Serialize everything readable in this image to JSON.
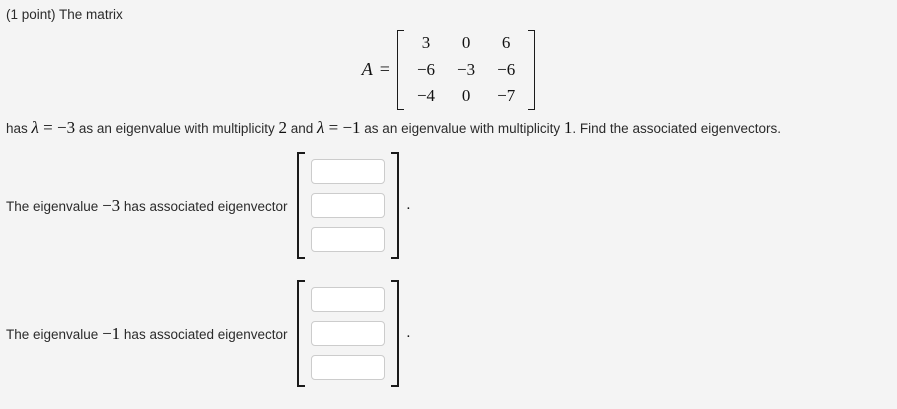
{
  "problem": {
    "points_label": "(1 point)",
    "intro_text": "The matrix"
  },
  "matrix": {
    "name": "A",
    "equals": "=",
    "rows": [
      [
        "3",
        "0",
        "6"
      ],
      [
        "−6",
        "−3",
        "−6"
      ],
      [
        "−4",
        "0",
        "−7"
      ]
    ]
  },
  "statement": {
    "lead": "has ",
    "lambda1": "λ",
    "eq1": " = ",
    "value1": "−3",
    "mid1": " as an eigenvalue with multiplicity ",
    "multiplicity1": "2",
    "mid2": " and ",
    "lambda2": "λ",
    "eq2": " = ",
    "value2": "−1",
    "mid3": " as an eigenvalue with multiplicity ",
    "multiplicity2": "1",
    "tail": ". Find the associated eigenvectors."
  },
  "answers": [
    {
      "label_prefix": "The eigenvalue ",
      "eigenvalue": "−3",
      "label_suffix": " has associated eigenvector",
      "fields": [
        "",
        "",
        ""
      ],
      "placeholder": "",
      "trailing_period": "."
    },
    {
      "label_prefix": "The eigenvalue ",
      "eigenvalue": "−1",
      "label_suffix": " has associated eigenvector",
      "fields": [
        "",
        "",
        ""
      ],
      "placeholder": "",
      "trailing_period": "."
    }
  ],
  "colors": {
    "background": "#f4f4f4",
    "text": "#2b2b2b",
    "math": "#111111",
    "input_border": "#cccccc",
    "input_background": "#ffffff",
    "bracket": "#1a1a1a"
  }
}
